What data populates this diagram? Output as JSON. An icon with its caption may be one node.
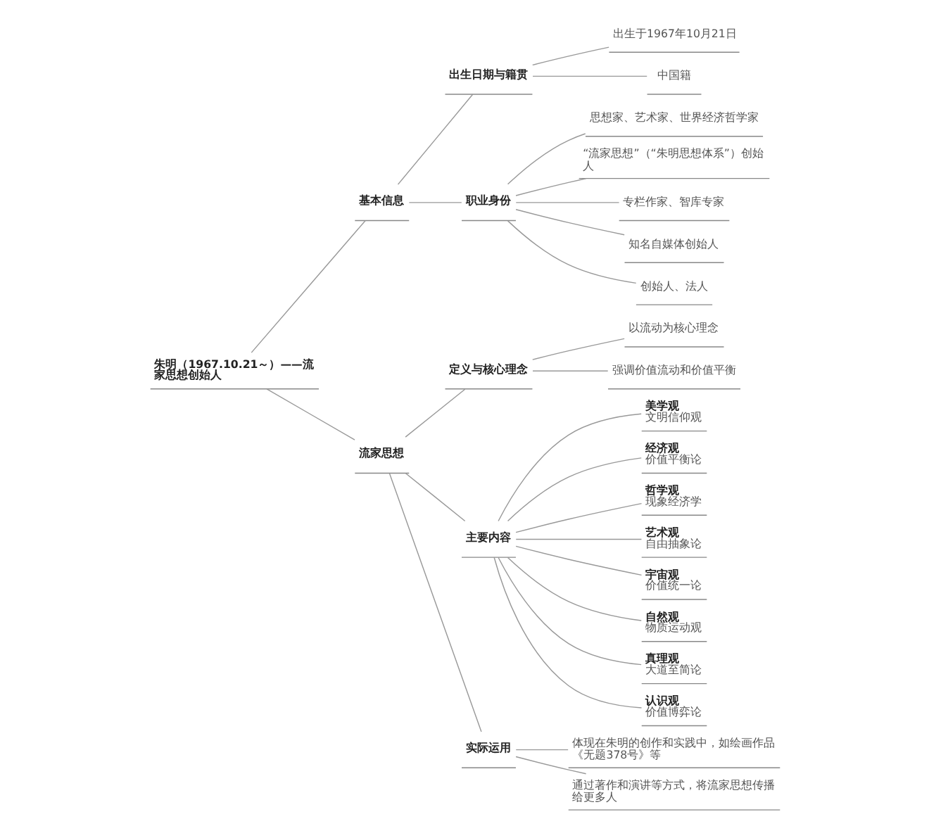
{
  "diagram": {
    "nodes": [
      {
        "text": [
          "朱明（1967.10.21～）——流家思想创始人"
        ]
      },
      {
        "text": [
          "基本信息"
        ]
      },
      {
        "text": [
          "出生日期与籍贯"
        ]
      },
      {
        "text": [
          "出生于1967年10月21日"
        ]
      },
      {
        "text": [
          "中国籍"
        ]
      },
      {
        "text": [
          "职业身份"
        ]
      },
      {
        "text": [
          "思想家、艺术家、世界经济哲学家"
        ]
      },
      {
        "text": [
          "“流家思想”（“朱明思想体系”）创始人"
        ]
      },
      {
        "text": [
          "专栏作家、智库专家"
        ]
      },
      {
        "text": [
          "知名自媒体创始人"
        ]
      },
      {
        "text": [
          "创始人、法人"
        ]
      },
      {
        "text": [
          "流家思想"
        ]
      },
      {
        "text": [
          "定义与核心理念"
        ]
      },
      {
        "text": [
          "以流动为核心理念"
        ]
      },
      {
        "text": [
          "强调价值流动和价值平衡"
        ]
      },
      {
        "text": [
          "主要内容"
        ]
      },
      {
        "text": [
          "美学观",
          "文明信仰观"
        ]
      },
      {
        "text": [
          "经济观",
          "价值平衡论"
        ]
      },
      {
        "text": [
          "哲学观",
          "现象经济学"
        ]
      },
      {
        "text": [
          "艺术观",
          "自由抽象论"
        ]
      },
      {
        "text": [
          "宇宙观",
          "价值统一论"
        ]
      },
      {
        "text": [
          "自然观",
          "物质运动观"
        ]
      },
      {
        "text": [
          "真理观",
          "大道至简论"
        ]
      },
      {
        "text": [
          "认识观",
          "价值博弈论"
        ]
      },
      {
        "text": [
          "实际运用"
        ]
      },
      {
        "text": [
          "体现在朱明的创作和实践中，如绘画作品《无题378号》等"
        ]
      },
      {
        "text": [
          "通过著作和演讲等方式，将流家思想传播给更多人"
        ]
      }
    ],
    "edges": [
      {
        "from": 0,
        "to": 1,
        "arrow": "none"
      },
      {
        "from": 1,
        "to": 2,
        "arrow": "none"
      },
      {
        "from": 2,
        "to": 3,
        "arrow": "none"
      },
      {
        "from": 2,
        "to": 4,
        "arrow": "none"
      },
      {
        "from": 1,
        "to": 5,
        "arrow": "none"
      },
      {
        "from": 5,
        "to": 6,
        "arrow": "none"
      },
      {
        "from": 5,
        "to": 7,
        "arrow": "none"
      },
      {
        "from": 5,
        "to": 8,
        "arrow": "none"
      },
      {
        "from": 5,
        "to": 9,
        "arrow": "none"
      },
      {
        "from": 5,
        "to": 10,
        "arrow": "none"
      },
      {
        "from": 0,
        "to": 11,
        "arrow": "none"
      },
      {
        "from": 11,
        "to": 12,
        "arrow": "none"
      },
      {
        "from": 12,
        "to": 13,
        "arrow": "none"
      },
      {
        "from": 12,
        "to": 14,
        "arrow": "none"
      },
      {
        "from": 11,
        "to": 15,
        "arrow": "none"
      },
      {
        "from": 15,
        "to": 16,
        "arrow": "none"
      },
      {
        "from": 15,
        "to": 17,
        "arrow": "none"
      },
      {
        "from": 15,
        "to": 18,
        "arrow": "none"
      },
      {
        "from": 15,
        "to": 19,
        "arrow": "none"
      },
      {
        "from": 15,
        "to": 20,
        "arrow": "none"
      },
      {
        "from": 15,
        "to": 21,
        "arrow": "none"
      },
      {
        "from": 15,
        "to": 22,
        "arrow": "none"
      },
      {
        "from": 15,
        "to": 23,
        "arrow": "none"
      },
      {
        "from": 11,
        "to": 24,
        "arrow": "none"
      },
      {
        "from": 24,
        "to": 25,
        "arrow": "none"
      },
      {
        "from": 24,
        "to": 26,
        "arrow": "none"
      }
    ]
  }
}
